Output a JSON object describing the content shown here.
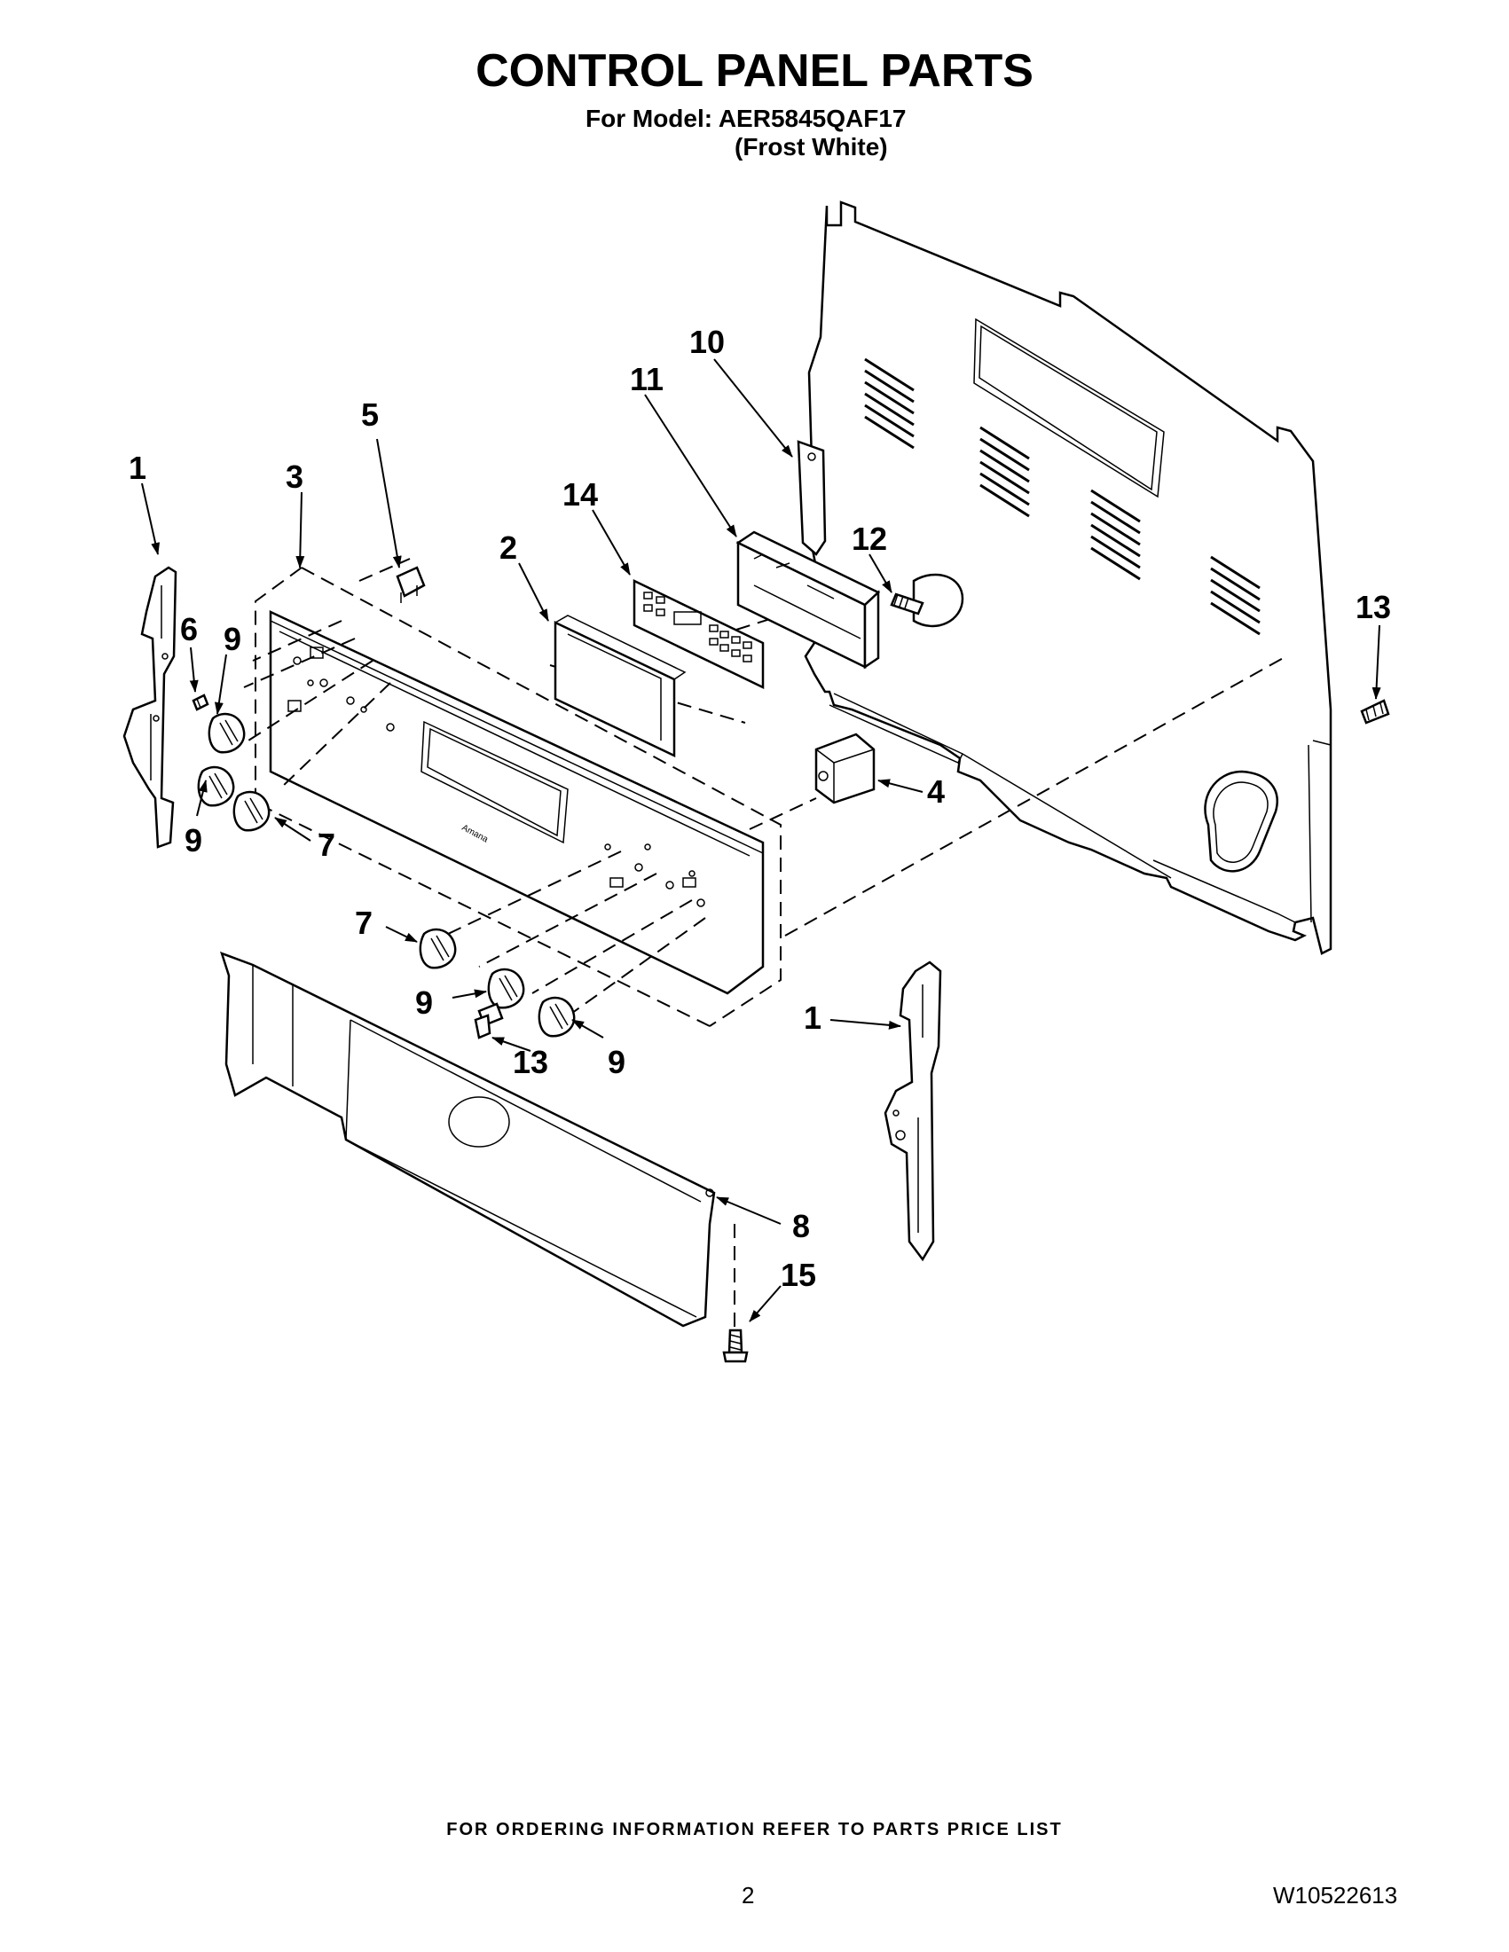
{
  "header": {
    "title": "CONTROL PANEL PARTS",
    "model_line": "For Model: AER5845QAF17",
    "color_line": "(Frost White)"
  },
  "callouts": {
    "c1a": "1",
    "c1b": "1",
    "c2": "2",
    "c3": "3",
    "c4": "4",
    "c5": "5",
    "c6": "6",
    "c7a": "7",
    "c7b": "7",
    "c8": "8",
    "c9a": "9",
    "c9b": "9",
    "c9c": "9",
    "c9d": "9",
    "c10": "10",
    "c11": "11",
    "c12": "12",
    "c13a": "13",
    "c13b": "13",
    "c14": "14",
    "c15": "15"
  },
  "footer": {
    "ordering_note": "FOR ORDERING INFORMATION REFER TO PARTS PRICE LIST",
    "page_number": "2",
    "document_number": "W10522613"
  }
}
